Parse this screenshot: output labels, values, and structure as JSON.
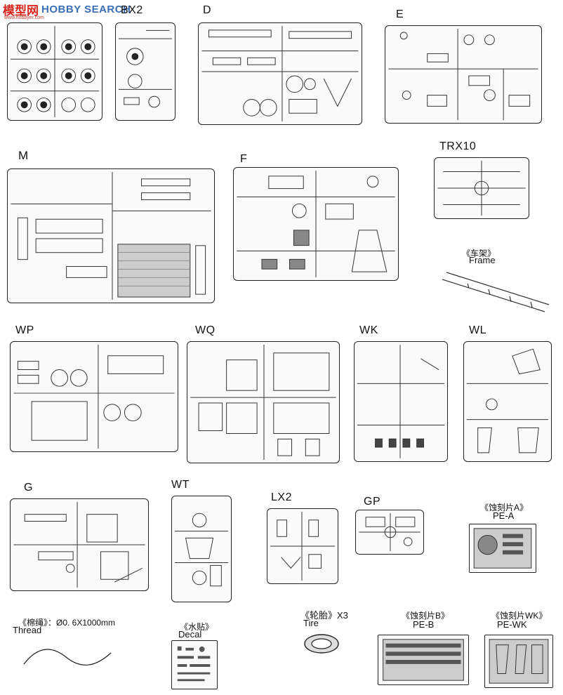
{
  "logo": {
    "cn": "模型网",
    "en": "HOBBY SEARCH",
    "sub": "www.hobbyer.com"
  },
  "sprues": {
    "bx2": "BX2",
    "d": "D",
    "e": "E",
    "m": "M",
    "f": "F",
    "trx10": "TRX10",
    "wp": "WP",
    "wq": "WQ",
    "wk": "WK",
    "wl": "WL",
    "g": "G",
    "wt": "WT",
    "lx2": "LX2",
    "gp": "GP"
  },
  "frame": {
    "cn": "《车架》",
    "en": "Frame"
  },
  "pe_a": {
    "cn": "《蚀刻片A》",
    "en": "PE-A"
  },
  "pe_b": {
    "cn": "《蚀刻片B》",
    "en": "PE-B"
  },
  "pe_wk": {
    "cn": "《蚀刻片WK》",
    "en": "PE-WK"
  },
  "thread": {
    "cn": "《棉绳》：Ø0. 6X1000mm",
    "en": "Thread"
  },
  "decal": {
    "cn": "《水贴》",
    "en": "Decal"
  },
  "tire": {
    "cn": "《轮胎》X3",
    "en": "Tire"
  }
}
